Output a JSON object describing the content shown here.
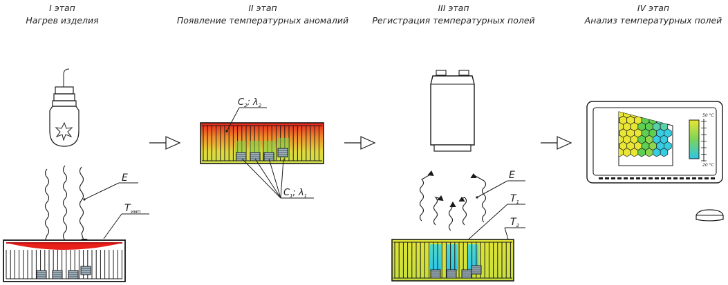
{
  "stages": [
    {
      "number": "I этап",
      "title": "Нагрев изделия"
    },
    {
      "number": "II этап",
      "title": "Появление температурных аномалий"
    },
    {
      "number": "III этап",
      "title": "Регистрация температурных полей"
    },
    {
      "number": "IV этап",
      "title": "Анализ температурных полей"
    }
  ],
  "labels": {
    "E1": "E",
    "T_imp": "T",
    "T_imp_sub": "имп",
    "c2": "C",
    "c2_sub": "2",
    "c2_sep": "; λ",
    "c2_sub2": "2",
    "c1": "C",
    "c1_sub": "1",
    "c1_sep": "; λ",
    "c1_sub2": "1",
    "E2": "E",
    "T1": "T",
    "T1_sub": "1",
    "T2": "T",
    "T2_sub": "2"
  },
  "monitor": {
    "scale_max": "50 °C",
    "scale_min": "20 °C"
  },
  "colors": {
    "heat": "#e8201a",
    "warm": "#f4a028",
    "yellow": "#e8e832",
    "green": "#4cc24c",
    "cyan": "#30d0e0"
  }
}
